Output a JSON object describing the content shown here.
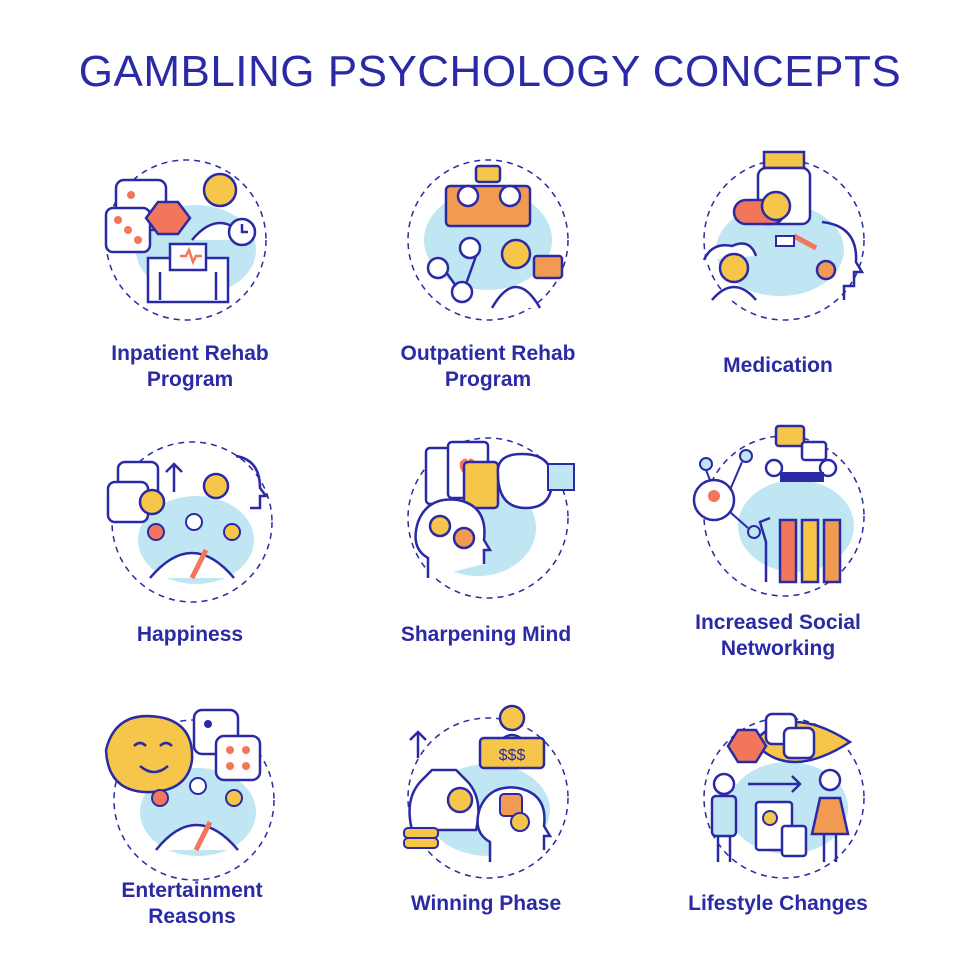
{
  "title": "GAMBLING PSYCHOLOGY CONCEPTS",
  "colors": {
    "heading": "#2b2aa6",
    "stroke": "#2b2aa6",
    "accent_blue": "#bfe6f2",
    "accent_yellow": "#f5c64a",
    "accent_red": "#f2765b",
    "accent_orange": "#f09a52"
  },
  "concepts": [
    {
      "label_lines": [
        "Inpatient Rehab",
        "Program"
      ],
      "icon": "rehab-hospital-icon"
    },
    {
      "label_lines": [
        "Outpatient Rehab",
        "Program"
      ],
      "icon": "outpatient-meeting-icon"
    },
    {
      "label_lines": [
        "Medication"
      ],
      "icon": "medication-pills-icon"
    },
    {
      "label_lines": [
        "Happiness"
      ],
      "icon": "happiness-gauge-icon"
    },
    {
      "label_lines": [
        "Sharpening Mind"
      ],
      "icon": "brain-cards-icon"
    },
    {
      "label_lines": [
        "Increased Social",
        "Networking"
      ],
      "icon": "social-network-icon"
    },
    {
      "label_lines": [
        "Entertainment",
        "Reasons"
      ],
      "icon": "smiling-face-dice-icon"
    },
    {
      "label_lines": [
        "Winning Phase"
      ],
      "icon": "money-bag-icon"
    },
    {
      "label_lines": [
        "Lifestyle Changes"
      ],
      "icon": "lifestyle-change-icon"
    }
  ]
}
